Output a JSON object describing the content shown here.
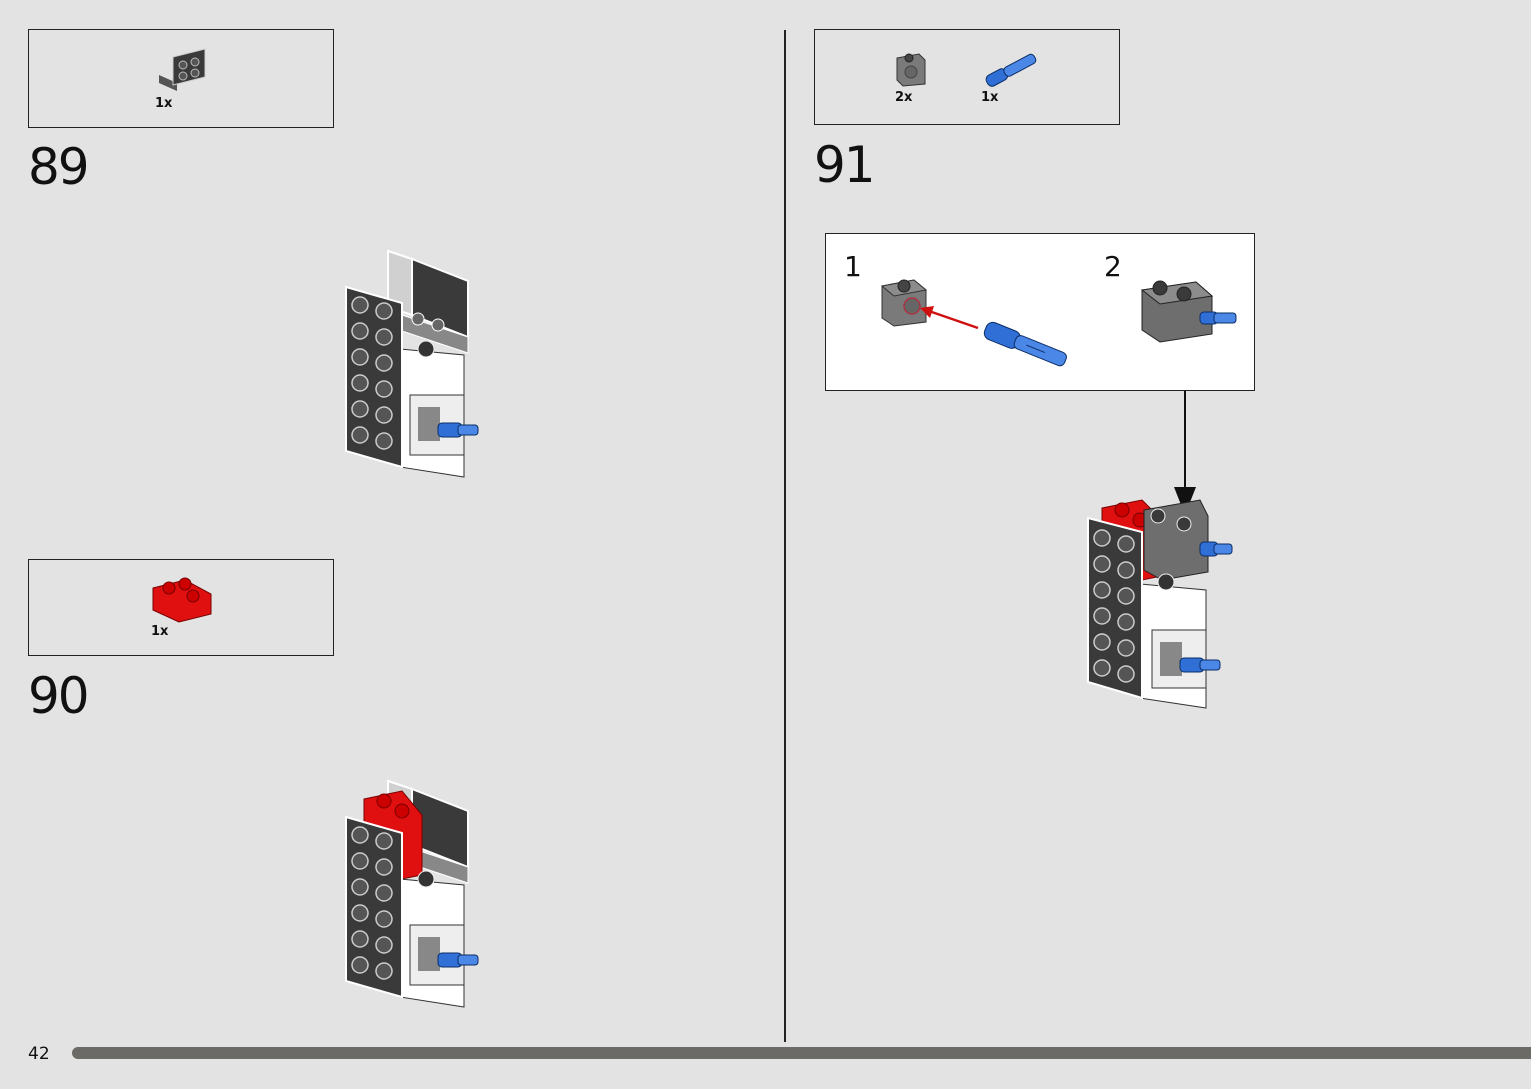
{
  "page": {
    "number": "42"
  },
  "steps": [
    {
      "number": "89",
      "parts": [
        {
          "name": "dark-gray-angle-plate",
          "qty": "1x"
        }
      ]
    },
    {
      "number": "90",
      "parts": [
        {
          "name": "red-corner-plate",
          "qty": "1x"
        }
      ]
    },
    {
      "number": "91",
      "parts": [
        {
          "name": "gray-technic-brick",
          "qty": "2x"
        },
        {
          "name": "blue-technic-pin",
          "qty": "1x"
        }
      ],
      "substeps": [
        {
          "number": "1"
        },
        {
          "number": "2"
        }
      ]
    }
  ],
  "colors": {
    "background": "#e3e3e3",
    "dark_gray": "#3a3a3a",
    "medium_gray": "#6e6e6e",
    "red": "#e01010",
    "blue": "#2f6fd6",
    "white": "#ffffff",
    "progress": "#6b6a67"
  }
}
